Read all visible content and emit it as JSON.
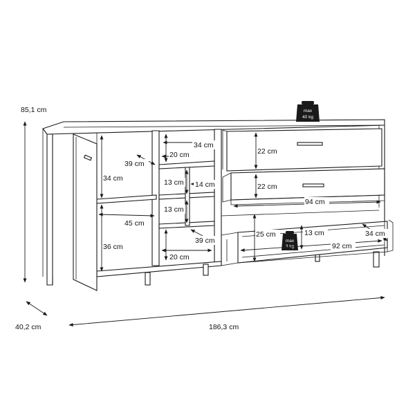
{
  "overall": {
    "height": "85,1 cm",
    "depth": "40,2 cm",
    "width": "186,3 cm"
  },
  "compartments": {
    "left_door_inner_depth": "39 cm",
    "left_upper_height": "34 cm",
    "left_shelf_width": "45 cm",
    "left_lower_height": "36 cm",
    "middle_top_width": "20 cm",
    "middle_top_height": "34 cm",
    "middle_cube_1": "13 cm",
    "middle_cube_2": "13 cm",
    "middle_cube_width": "14 cm",
    "middle_bottom_width": "20 cm",
    "middle_depth": "39 cm"
  },
  "drawers": {
    "top_drawer_height": "22 cm",
    "middle_drawer_height": "22 cm",
    "drawer_width": "94 cm",
    "bottom_drawer_height": "25 cm",
    "bottom_drawer_inner_height": "13 cm",
    "bottom_drawer_depth": "34 cm",
    "bottom_drawer_inner_width": "92 cm"
  },
  "weights": {
    "top_max_label": "max",
    "top_max_value": "40 kg",
    "drawer_max_label": "max",
    "drawer_max_value": "3 kg"
  }
}
